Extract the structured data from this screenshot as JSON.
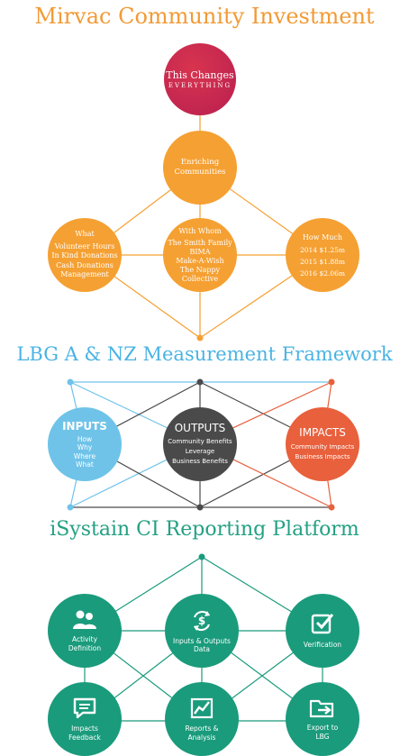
{
  "section1": {
    "title": "Mirvac Community Investment",
    "top": {
      "line1": "This Changes",
      "line2": "EVERYTHING"
    },
    "center": [
      "Enriching",
      "Communities"
    ],
    "what": {
      "heading": "What",
      "items": [
        "Volunteer Hours",
        "In Kind Donations",
        "Cash Donations",
        "Management"
      ]
    },
    "with_whom": {
      "heading": "With Whom",
      "items": [
        "The Smith Family",
        "BIMA",
        "Make-A-Wish",
        "The Nappy",
        "Collective"
      ]
    },
    "how_much": {
      "heading": "How Much",
      "items": [
        "2014 $1.25m",
        "2015 $1.88m",
        "2016 $2.06m"
      ]
    }
  },
  "section2": {
    "title": "LBG A & NZ Measurement Framework",
    "inputs": {
      "heading": "INPUTS",
      "items": [
        "How",
        "Why",
        "Where",
        "What"
      ]
    },
    "outputs": {
      "heading": "OUTPUTS",
      "items": [
        "Community Benefits",
        "Leverage",
        "Business Benefits"
      ]
    },
    "impacts": {
      "heading": "IMPACTS",
      "items": [
        "Community Impacts",
        "Business Impacts"
      ]
    }
  },
  "section3": {
    "title": "iSystain CI Reporting Platform",
    "nodes": [
      {
        "label": [
          "Activity",
          "Definition"
        ],
        "icon": "people-icon"
      },
      {
        "label": [
          "Inputs & Outputs",
          "Data"
        ],
        "icon": "dollar-cycle-icon"
      },
      {
        "label": [
          "Verification"
        ],
        "icon": "checkbox-icon"
      },
      {
        "label": [
          "Impacts",
          "Feedback"
        ],
        "icon": "speech-bubble-icon"
      },
      {
        "label": [
          "Reports &",
          "Analysis"
        ],
        "icon": "chart-icon"
      },
      {
        "label": [
          "Export to",
          "LBG"
        ],
        "icon": "folder-export-icon"
      }
    ]
  },
  "colors": {
    "orange": "#f5a032",
    "orange_title": "#f29a35",
    "magenta": "#c4264f",
    "blue": "#6fc3e9",
    "blue_title": "#4ab3e3",
    "dark": "#4a4a4a",
    "impact": "#e8603c",
    "teal": "#1a9b7c",
    "teal_title": "#23a083"
  }
}
